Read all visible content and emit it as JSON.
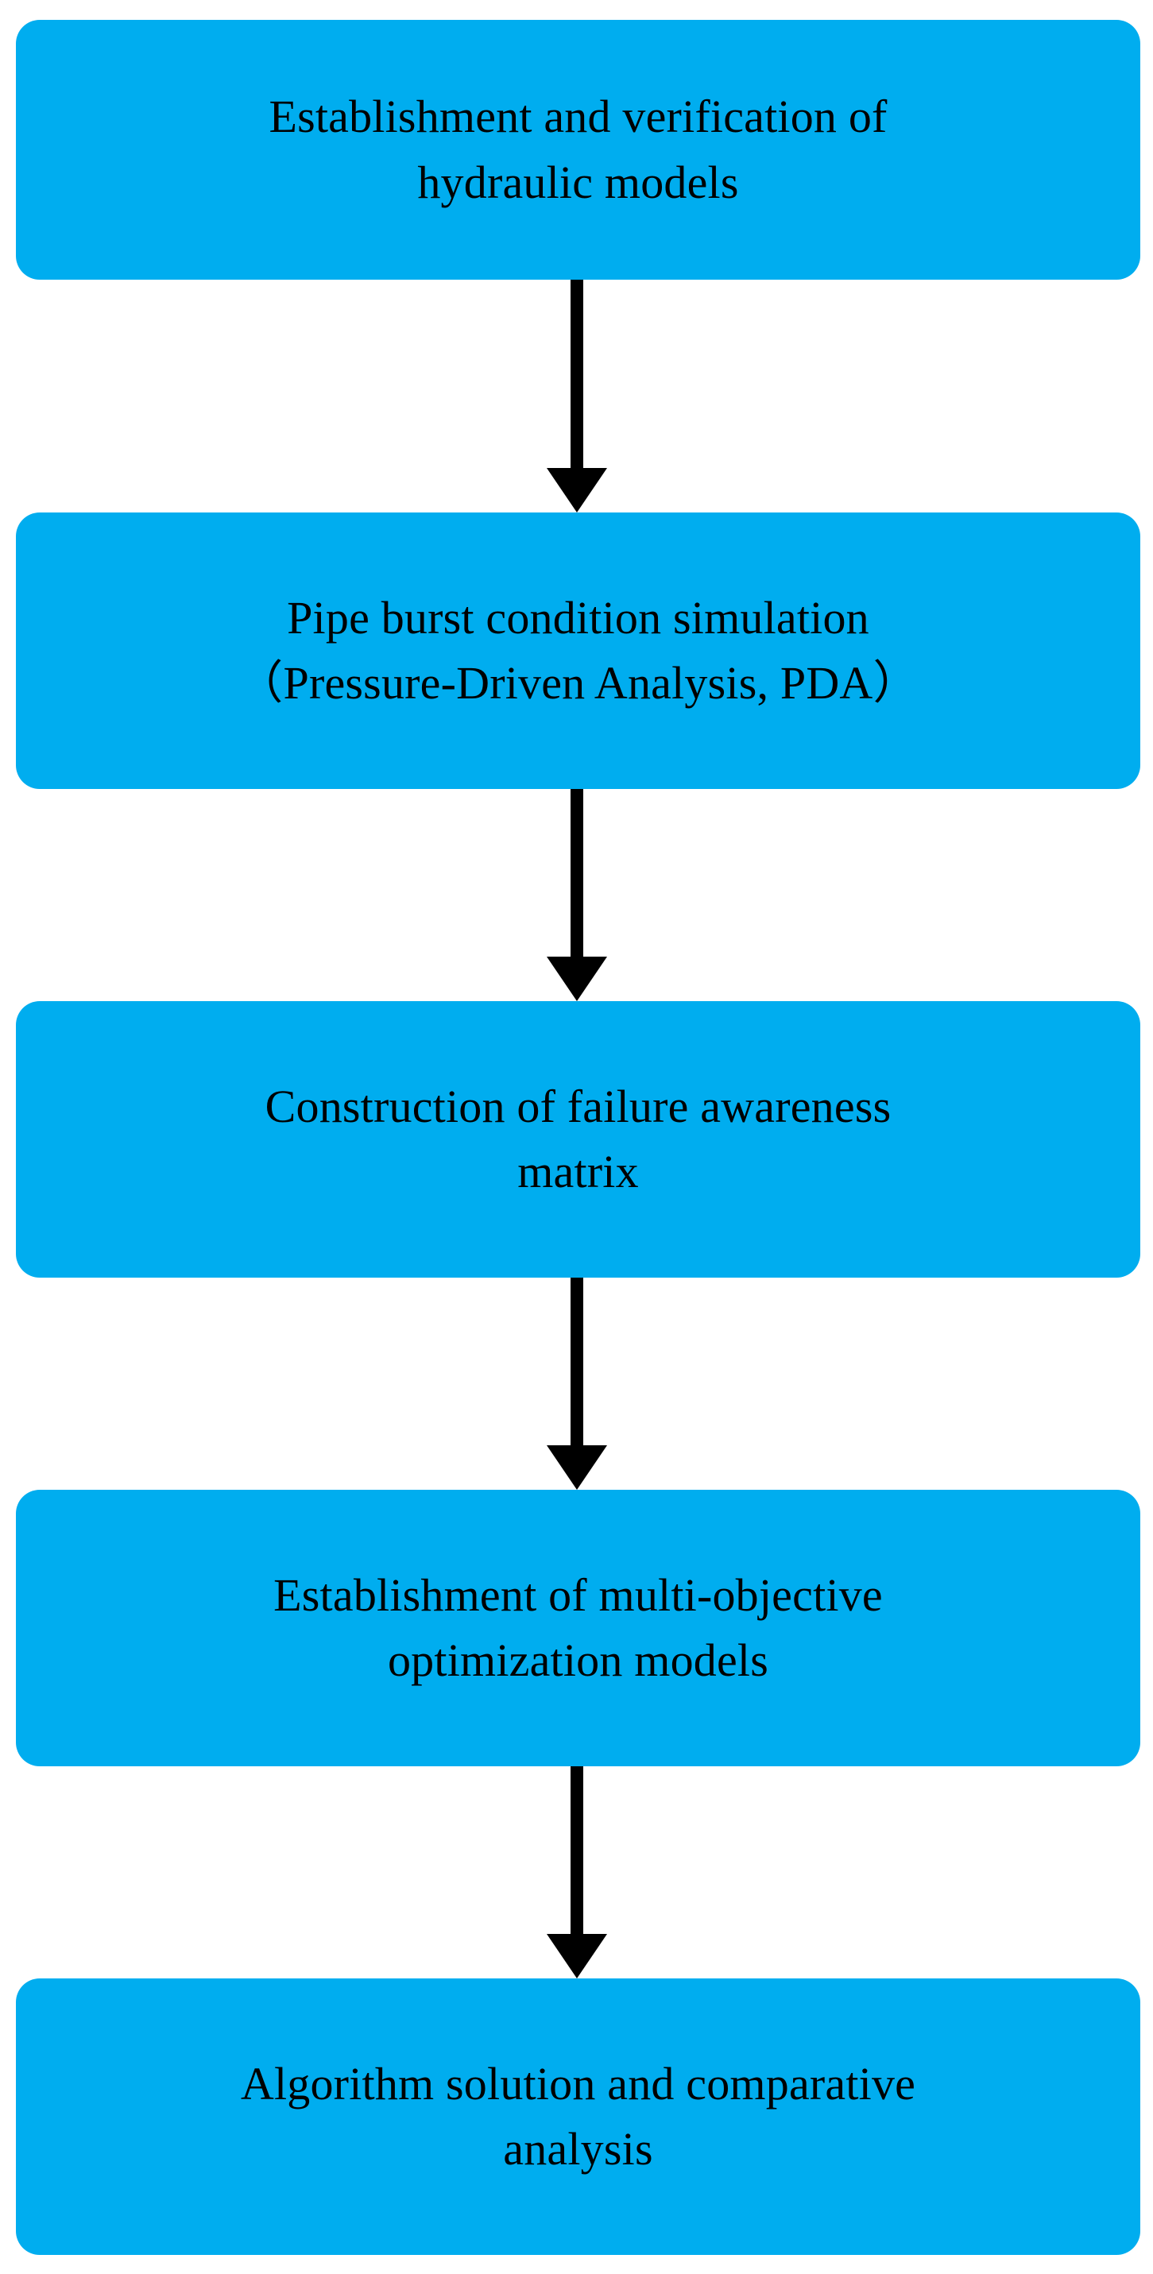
{
  "diagram": {
    "type": "flowchart",
    "orientation": "vertical-top-to-bottom",
    "background_color": "#FFFFFF",
    "node_fill_color": "#00ADEF",
    "node_text_color": "#000000",
    "connector_color": "#000000",
    "nodes": [
      {
        "id": "node-0",
        "line1": "Establishment and verification of",
        "line2": "hydraulic models"
      },
      {
        "id": "node-1",
        "line1": "Pipe burst condition simulation",
        "line2": "（Pressure-Driven Analysis, PDA）"
      },
      {
        "id": "node-2",
        "line1": "Construction of failure awareness",
        "line2": "matrix"
      },
      {
        "id": "node-3",
        "line1": "Establishment of multi-objective",
        "line2": "optimization models"
      },
      {
        "id": "node-4",
        "line1": "Algorithm solution and comparative",
        "line2": "analysis"
      }
    ],
    "connectors": [
      {
        "id": "conn-0",
        "from": "node-0",
        "to": "node-1",
        "icon": "down-arrow-icon"
      },
      {
        "id": "conn-1",
        "from": "node-1",
        "to": "node-2",
        "icon": "down-arrow-icon"
      },
      {
        "id": "conn-2",
        "from": "node-2",
        "to": "node-3",
        "icon": "down-arrow-icon"
      },
      {
        "id": "conn-3",
        "from": "node-3",
        "to": "node-4",
        "icon": "down-arrow-icon"
      }
    ]
  }
}
